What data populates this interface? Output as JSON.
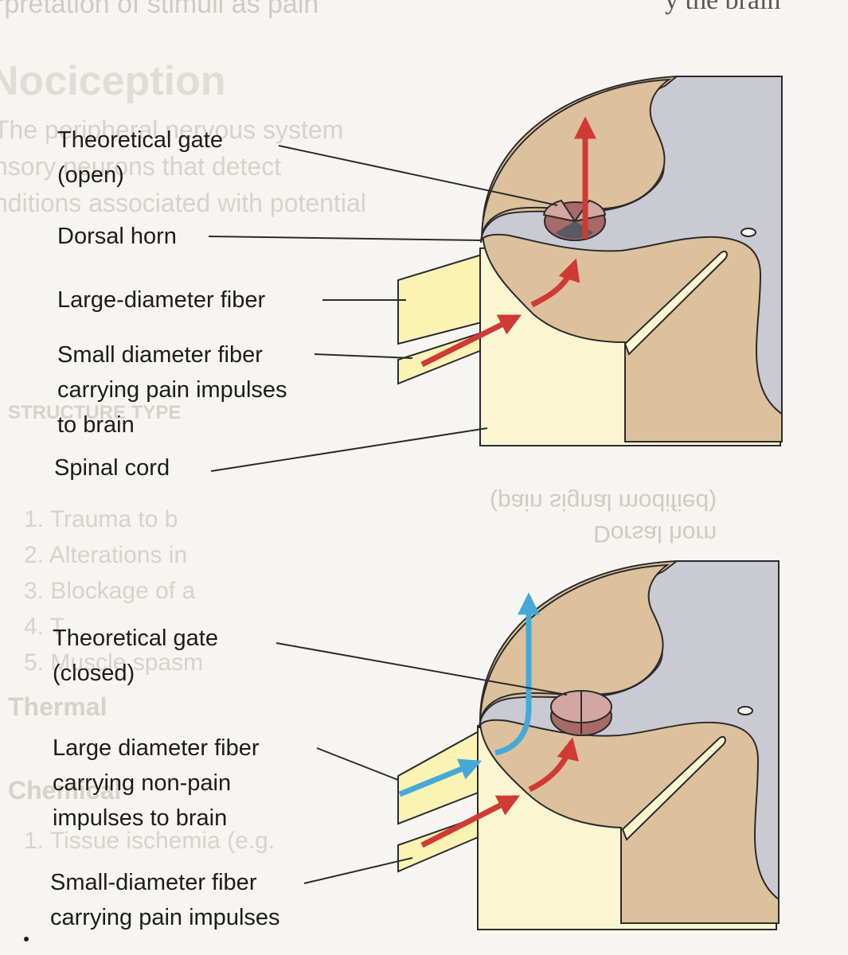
{
  "background_text": {
    "top_fragment": "rpretation of stimuli as pain",
    "top_right_fragment": "y the brain",
    "heading": "Nociception",
    "paragraph": [
      "The peripheral nervous system",
      "nsory neurons that detect",
      "nditions associated with potential"
    ],
    "structure_label": "STRUCTURE TYPE",
    "list": [
      "1.  Trauma to b",
      "2.  Alterations in",
      "3.  Blockage of a",
      "4.  T",
      "5.  Muscle spasm"
    ],
    "section_thermal": "Thermal",
    "section_chemical": "Chemical",
    "list_chemical": "1.  Tissue ischemia (e.g.",
    "mirrored_right": [
      "Dorsal horn",
      "(pain signal modified)"
    ]
  },
  "figure_top": {
    "gate_label": [
      "Theoretical gate",
      "(open)"
    ],
    "dorsal_horn_label": "Dorsal horn",
    "large_fiber_label": "Large-diameter fiber",
    "small_fiber_label": [
      "Small diameter fiber",
      "carrying pain impulses",
      "to brain"
    ],
    "spinal_cord_label": "Spinal cord"
  },
  "figure_bottom": {
    "gate_label": [
      "Theoretical gate",
      "(closed)"
    ],
    "large_fiber_label": [
      "Large diameter fiber",
      "carrying non-pain",
      "impulses to brain"
    ],
    "small_fiber_label": [
      "Small-diameter fiber",
      "carrying pain impulses"
    ]
  },
  "colors": {
    "page": "#f6f5f1",
    "gray_matter": "#dcc19c",
    "white_matter": "#cacad3",
    "spinal_root": "#fbf6d1",
    "fiber_bundle": "#fbf2b4",
    "pain_arrow": "#cf3a35",
    "non_pain_arrow": "#45a9d7",
    "gate": "#d4a6a0",
    "gate_shadow": "#a86a66",
    "gate_open_center": "#5a5860",
    "outline": "#2b2b2b"
  },
  "icons": [
    "pain-arrow-icon",
    "non-pain-arrow-icon",
    "gate-icon"
  ]
}
